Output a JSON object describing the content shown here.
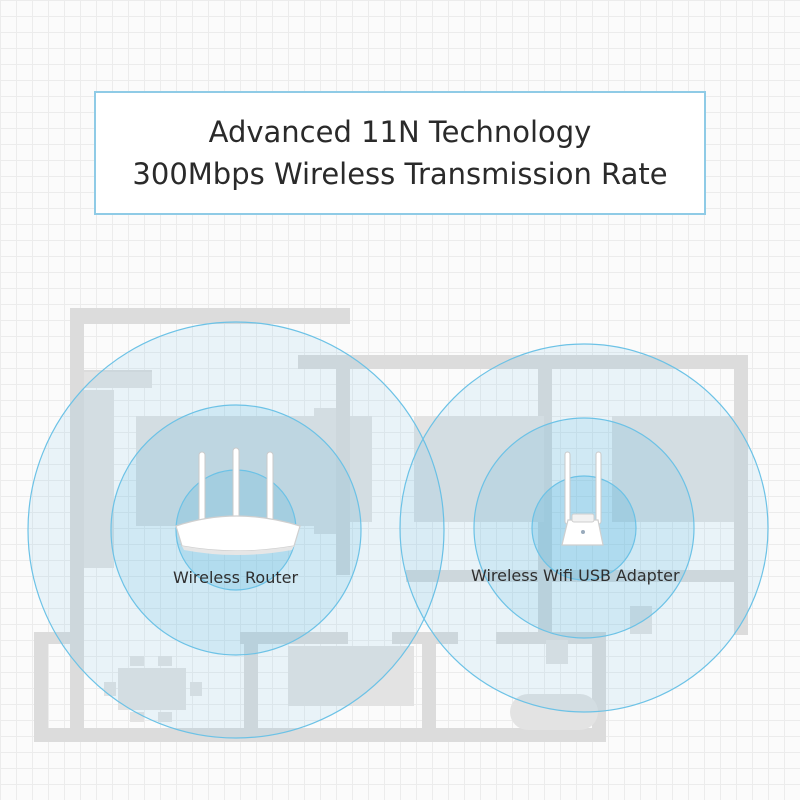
{
  "headline": {
    "line1": "Advanced 11N Technology",
    "line2": "300Mbps Wireless Transmission Rate"
  },
  "devices": {
    "router_label": "Wireless Router",
    "adapter_label": "Wireless Wifi USB Adapter"
  },
  "icons": [
    "router-icon",
    "usb-adapter-icon",
    "signal-wave-icon"
  ],
  "colors": {
    "signal": "#52b4df",
    "frame": "#8fcbe6",
    "wall": "#dcdcdc",
    "furniture": "#e3e3e3",
    "text": "#2a2a2a"
  }
}
